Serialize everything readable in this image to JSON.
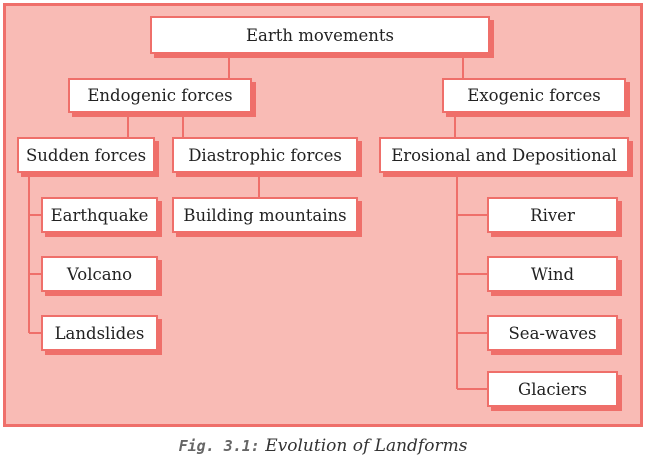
{
  "diagram": {
    "root": "Earth movements",
    "endogenic": "Endogenic forces",
    "exogenic": "Exogenic forces",
    "sudden": "Sudden forces",
    "diastrophic": "Diastrophic forces",
    "erosional": "Erosional and Depositional",
    "sudden_children": [
      "Earthquake",
      "Volcano",
      "Landslides"
    ],
    "diastrophic_children": [
      "Building mountains"
    ],
    "erosional_children": [
      "River",
      "Wind",
      "Sea-waves",
      "Glaciers"
    ]
  },
  "caption": {
    "label": "Fig. 3.1:",
    "text": "Evolution of Landforms"
  },
  "colors": {
    "border": "#ef6f6a",
    "background": "#f9bbb5"
  }
}
